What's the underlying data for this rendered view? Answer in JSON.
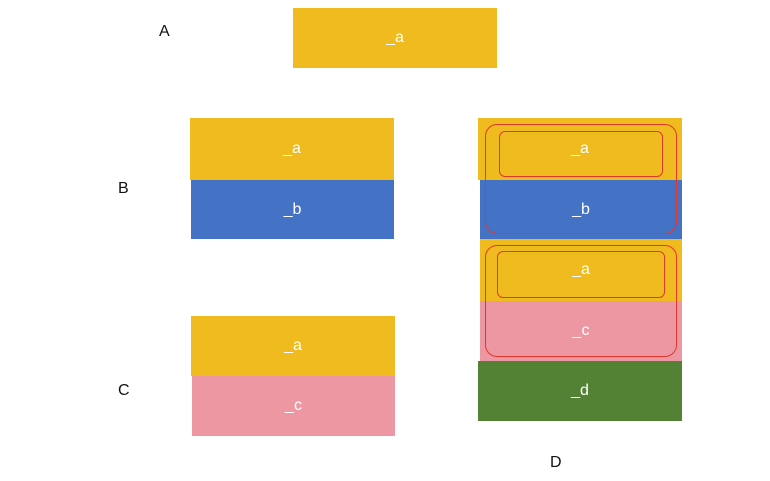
{
  "labels": {
    "a": "A",
    "b": "B",
    "c": "C",
    "d": "D"
  },
  "blocks": {
    "A_a": "_a",
    "B_a": "_a",
    "B_b": "_b",
    "C_a": "_a",
    "C_c": "_c",
    "D_a1": "_a",
    "D_b": "_b",
    "D_a2": "_a",
    "D_c": "_c",
    "D_d": "_d"
  },
  "colors": {
    "yellow": "#f0bb1e",
    "blue": "#4472c4",
    "pink": "#ec97a2",
    "green": "#548235",
    "outline": "#e2382b"
  }
}
